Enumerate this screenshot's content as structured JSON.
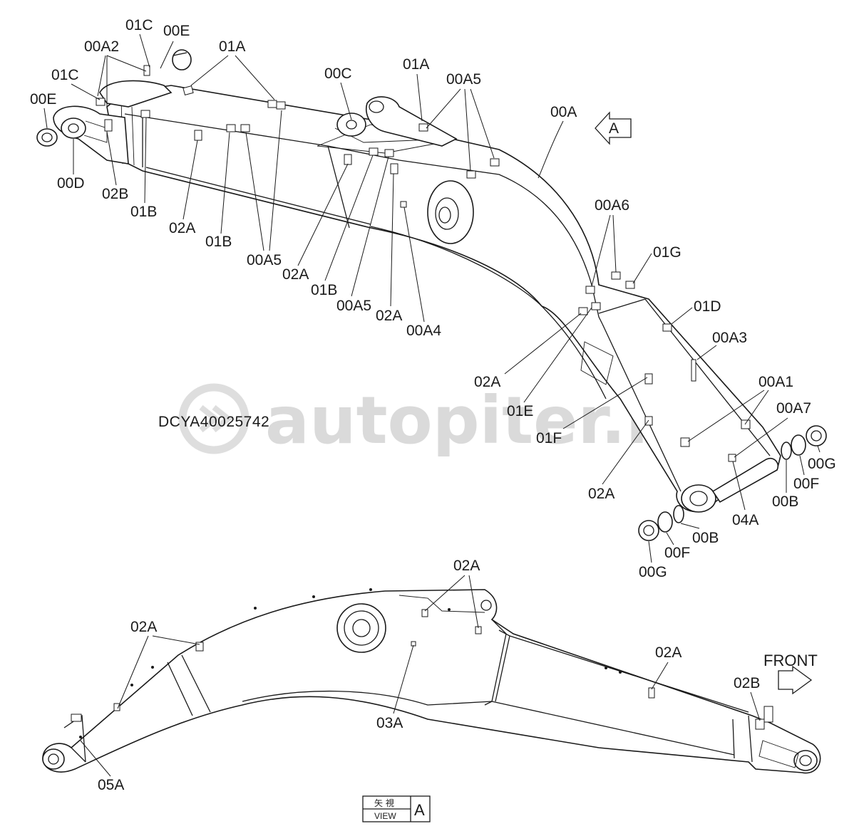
{
  "diagram": {
    "drawing_code": "DCYA40025742",
    "watermark": "autopiter.ru",
    "front_label": "FRONT",
    "view_marker": "A",
    "view_box": {
      "jp": "矢 視",
      "en": "VIEW",
      "letter": "A"
    },
    "labels": {
      "l_01C_a": "01C",
      "l_00E_a": "00E",
      "l_00A2": "00A2",
      "l_01A_a": "01A",
      "l_01C_b": "01C",
      "l_00E_b": "00E",
      "l_00D": "00D",
      "l_02B_a": "02B",
      "l_01B_a": "01B",
      "l_02A_a": "02A",
      "l_01B_b": "01B",
      "l_00A5_a": "00A5",
      "l_00C": "00C",
      "l_01A_b": "01A",
      "l_00A5_b": "00A5",
      "l_00A": "00A",
      "l_02A_b": "02A",
      "l_01B_c": "01B",
      "l_00A5_c": "00A5",
      "l_02A_c": "02A",
      "l_00A4": "00A4",
      "l_00A6": "00A6",
      "l_01G": "01G",
      "l_01D": "01D",
      "l_00A3": "00A3",
      "l_02A_d": "02A",
      "l_01E": "01E",
      "l_01F": "01F",
      "l_00A1": "00A1",
      "l_00A7": "00A7",
      "l_00G_a": "00G",
      "l_00F_a": "00F",
      "l_00B_a": "00B",
      "l_02A_e": "02A",
      "l_04A": "04A",
      "l_00B_b": "00B",
      "l_00F_b": "00F",
      "l_00G_b": "00G",
      "l_02A_f": "02A",
      "l_02A_g": "02A",
      "l_02A_h": "02A",
      "l_02B_b": "02B",
      "l_03A": "03A",
      "l_05A": "05A"
    }
  }
}
